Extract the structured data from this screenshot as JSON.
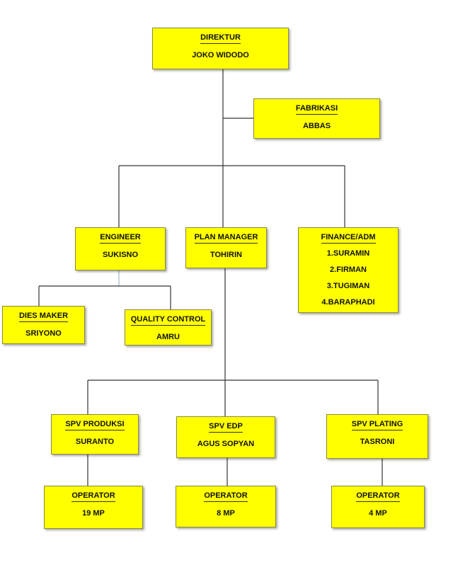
{
  "nodes": {
    "direktur": {
      "title": "DIREKTUR",
      "name": "JOKO WIDODO"
    },
    "fabrikasi": {
      "title": "FABRIKASI",
      "name": "ABBAS"
    },
    "engineer": {
      "title": "ENGINEER",
      "name": "SUKISNO"
    },
    "plan_manager": {
      "title": "PLAN MANAGER",
      "name": "TOHIRIN"
    },
    "finance": {
      "title": "FINANCE/ADM",
      "members": [
        "1.SURAMIN",
        "2.FIRMAN",
        "3.TUGIMAN",
        "4.BARAPHADI"
      ]
    },
    "dies_maker": {
      "title": "DIES MAKER",
      "name": "SRIYONO"
    },
    "quality_control": {
      "title": "QUALITY CONTROL",
      "name": "AMRU"
    },
    "spv_produksi": {
      "title": "SPV PRODUKSI",
      "name": "SURANTO"
    },
    "spv_edp": {
      "title": "SPV EDP",
      "name": "AGUS SOPYAN"
    },
    "spv_plating": {
      "title": "SPV PLATING",
      "name": "TASRONI"
    },
    "operator_produksi": {
      "title": "OPERATOR",
      "name": "19 MP"
    },
    "operator_edp": {
      "title": "OPERATOR",
      "name": "8 MP"
    },
    "operator_plating": {
      "title": "OPERATOR",
      "name": "4 MP"
    }
  },
  "colors": {
    "box_fill": "#ffff00",
    "box_border": "#8a8a3a",
    "connector": "#333333"
  }
}
